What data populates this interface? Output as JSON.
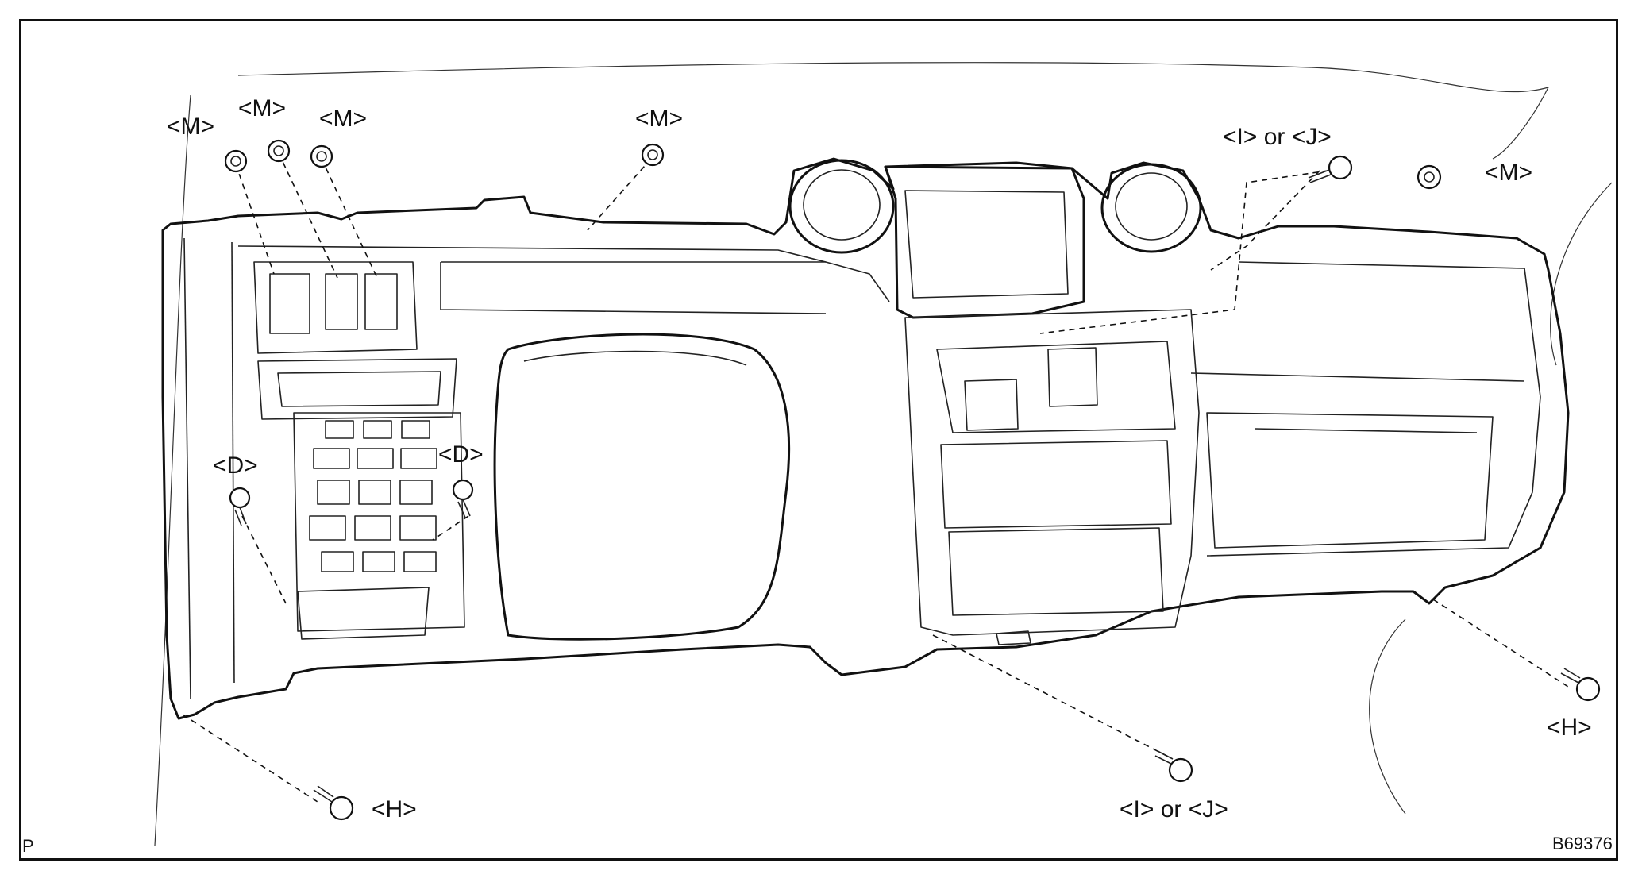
{
  "labels": {
    "m1": "<M>",
    "m2": "<M>",
    "m3": "<M>",
    "m4": "<M>",
    "m5": "<M>",
    "ij_top": "<I> or <J>",
    "ij_bottom": "<I> or <J>",
    "d_left": "<D>",
    "d_right": "<D>",
    "h_left": "<H>",
    "h_right": "<H>"
  },
  "corner": {
    "bottom_left": "P",
    "figure_id": "B69376"
  }
}
